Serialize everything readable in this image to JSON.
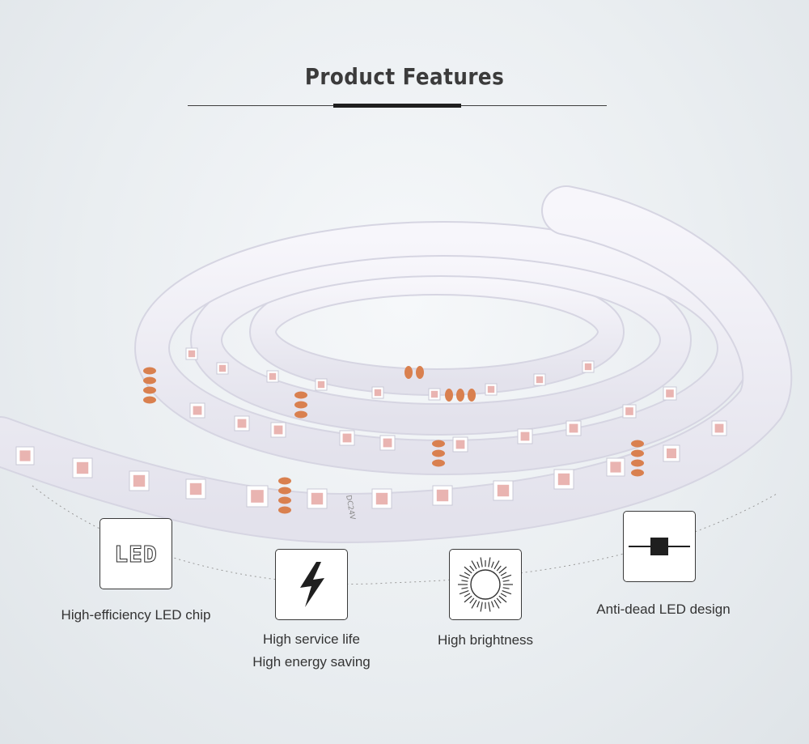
{
  "header": {
    "title": "Product Features"
  },
  "strip": {
    "voltage_label": "DC24V"
  },
  "features": [
    {
      "icon": "led-icon",
      "icon_text": "LED",
      "lines": [
        "High-efficiency LED chip"
      ]
    },
    {
      "icon": "lightning-icon",
      "lines": [
        "High service life",
        "High energy saving"
      ]
    },
    {
      "icon": "sun-icon",
      "lines": [
        "High brightness"
      ]
    },
    {
      "icon": "anti-dead-circuit-icon",
      "lines": [
        "Anti-dead LED design"
      ]
    }
  ],
  "colors": {
    "title": "#3b3b3b",
    "strip": "#f4f3f8",
    "led_chip": "#e9b4b1",
    "solder_pad": "#d9804f",
    "icon_border": "#3a3a3a"
  }
}
